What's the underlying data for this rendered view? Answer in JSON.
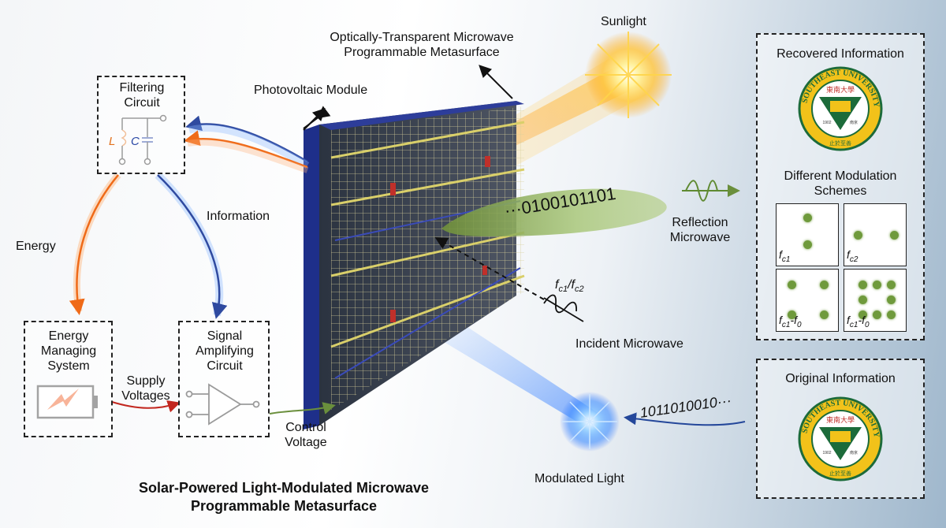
{
  "labels": {
    "metasurface": "Optically-Transparent Microwave Programmable Metasurface",
    "sunlight": "Sunlight",
    "pv_module": "Photovoltaic Module",
    "information": "Information",
    "energy": "Energy",
    "reflection": "Reflection Microwave",
    "incident": "Incident Microwave",
    "modulated_light": "Modulated Light",
    "control_voltage": "Control Voltage",
    "supply_voltages": "Supply Voltages",
    "bits_reflected": "0100101101",
    "bits_light": "1011010010",
    "ellipsis": "···",
    "f_c1": "c1",
    "f_c2": "c2",
    "f_0": "0",
    "f_sym": "f",
    "slash": "/"
  },
  "blocks": {
    "filtering": "Filtering Circuit",
    "energy_managing": "Energy Managing System",
    "signal_amplifying": "Signal Amplifying Circuit",
    "inductor": "L",
    "capacitor": "C"
  },
  "right_panel": {
    "recovered": "Recovered Information",
    "modulation": "Different Modulation Schemes",
    "original": "Original Information",
    "panels": [
      {
        "sub": "c1",
        "sub2": ""
      },
      {
        "sub": "c2",
        "sub2": ""
      },
      {
        "sub": "c1",
        "sub2": "0"
      },
      {
        "sub": "c1",
        "sub2": "0"
      }
    ],
    "logo_text": "SOUTHEAST UNIVERSITY",
    "logo_chars": "東南大學",
    "logo_year": "1902",
    "logo_city": "南京",
    "logo_motto": "止於至善"
  },
  "caption": {
    "line1": "Solar-Powered Light-Modulated Microwave",
    "line2": "Programmable Metasurface"
  }
}
